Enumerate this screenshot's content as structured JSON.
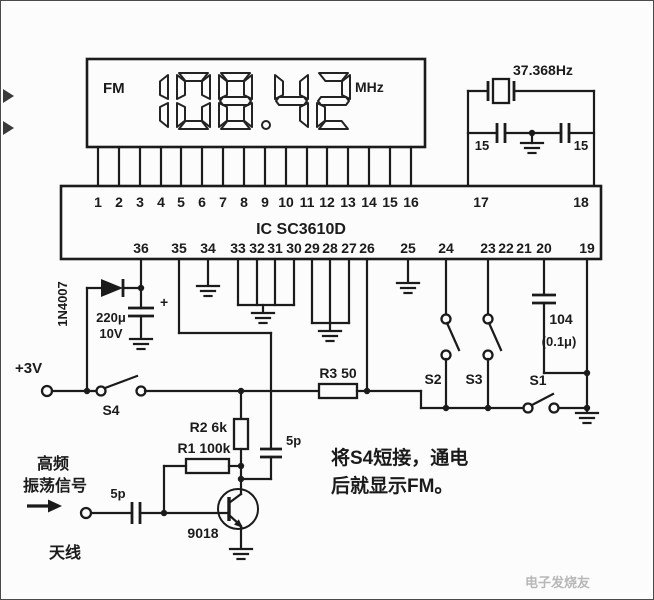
{
  "display": {
    "band": "FM",
    "value": "108.42",
    "unit": "MHz"
  },
  "crystal_block": {
    "frequency": "37.368Hz",
    "cap_left": "15",
    "cap_right": "15"
  },
  "ic": {
    "name": "IC SC3610D",
    "top_pins": [
      "1",
      "2",
      "3",
      "4",
      "5",
      "6",
      "7",
      "8",
      "9",
      "10",
      "11",
      "12",
      "13",
      "14",
      "15",
      "16"
    ],
    "side_pins": [
      "17",
      "18"
    ],
    "bottom_pins": [
      "36",
      "35",
      "34",
      "33",
      "32",
      "31",
      "30",
      "29",
      "28",
      "27",
      "26",
      "25",
      "24",
      "23",
      "22",
      "21",
      "20",
      "19"
    ]
  },
  "power": {
    "supply": "+3V",
    "diode": "1N4007",
    "filter_cap": "220μ",
    "filter_cap_voltage": "10V",
    "filter_cap_polarity": "+",
    "power_switch": "S4"
  },
  "rf_input": {
    "heading_line1": "高频",
    "heading_line2": "振荡信号",
    "antenna": "天线",
    "coupling_cap": "5p",
    "feedback_cap": "5p",
    "r1": "R1 100k",
    "r2": "R2 6k",
    "r3": "R3 50",
    "transistor": "9018"
  },
  "band_switches": {
    "s1": "S1",
    "s2": "S2",
    "s3": "S3"
  },
  "decoupling_cap": {
    "code": "104",
    "value": "(0.1μ)"
  },
  "note_line1": "将S4短接，通电",
  "note_line2": "后就显示FM。",
  "watermark": "电子发烧友"
}
